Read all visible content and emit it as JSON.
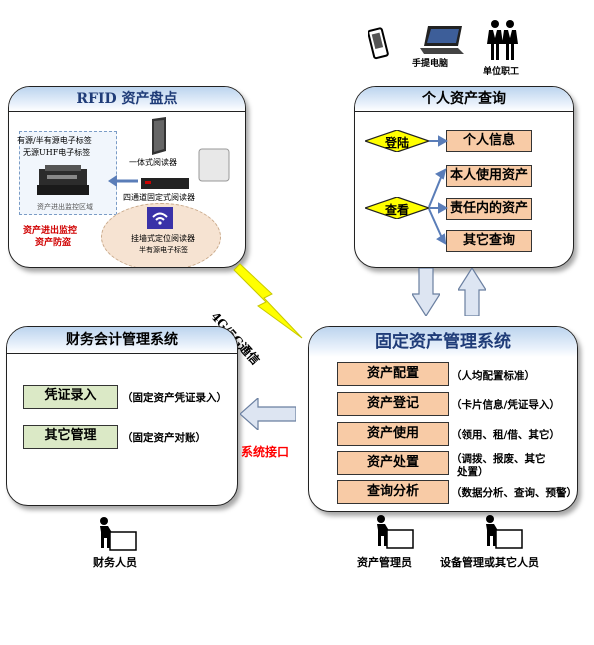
{
  "devices": {
    "laptop_label": "手提电脑",
    "staff_label": "单位职工"
  },
  "rfid": {
    "title": "RFID 资产盘点",
    "tag1": "有源/半有源电子标签",
    "tag2": "无源UHF电子标签",
    "reader1": "一体式阅读器",
    "reader2": "四通道固定式阅读器",
    "area": "资产进出监控区域",
    "monitor1": "资产进出监控",
    "monitor2": "资产防盗",
    "reader3": "挂墙式定位阅读器",
    "tag3": "半有源电子标签"
  },
  "personal": {
    "title": "个人资产查询",
    "login": "登陆",
    "query": "查看",
    "info": "个人信息",
    "own": "本人使用资产",
    "responsible": "责任内的资产",
    "other": "其它查询"
  },
  "network": {
    "label": "4G/5G通信"
  },
  "finance": {
    "title": "财务会计管理系统",
    "items": [
      {
        "label": "凭证录入",
        "note": "（固定资产凭证录入）"
      },
      {
        "label": "其它管理",
        "note": "（固定资产对账）"
      }
    ]
  },
  "interface": {
    "label": "系统接口"
  },
  "fixed": {
    "title": "固定资产管理系统",
    "items": [
      {
        "label": "资产配置",
        "note": "（人均配置标准）"
      },
      {
        "label": "资产登记",
        "note": "（卡片信息/凭证导入）"
      },
      {
        "label": "资产使用",
        "note": "（领用、租/借、其它）"
      },
      {
        "label": "资产处置",
        "note": "（调拨、报废、其它",
        "note2": "处置）"
      },
      {
        "label": "查询分析",
        "note": "（数据分析、查询、预警）"
      }
    ]
  },
  "people": {
    "finance": "财务人员",
    "asset_admin": "资产管理员",
    "equip_admin": "设备管理或其它人员"
  },
  "colors": {
    "peach": "#f8cba6",
    "green": "#dbe9c6",
    "yellow": "#ffff00",
    "arrow_fill": "#dde5f2",
    "interface_red": "#ff0000"
  }
}
